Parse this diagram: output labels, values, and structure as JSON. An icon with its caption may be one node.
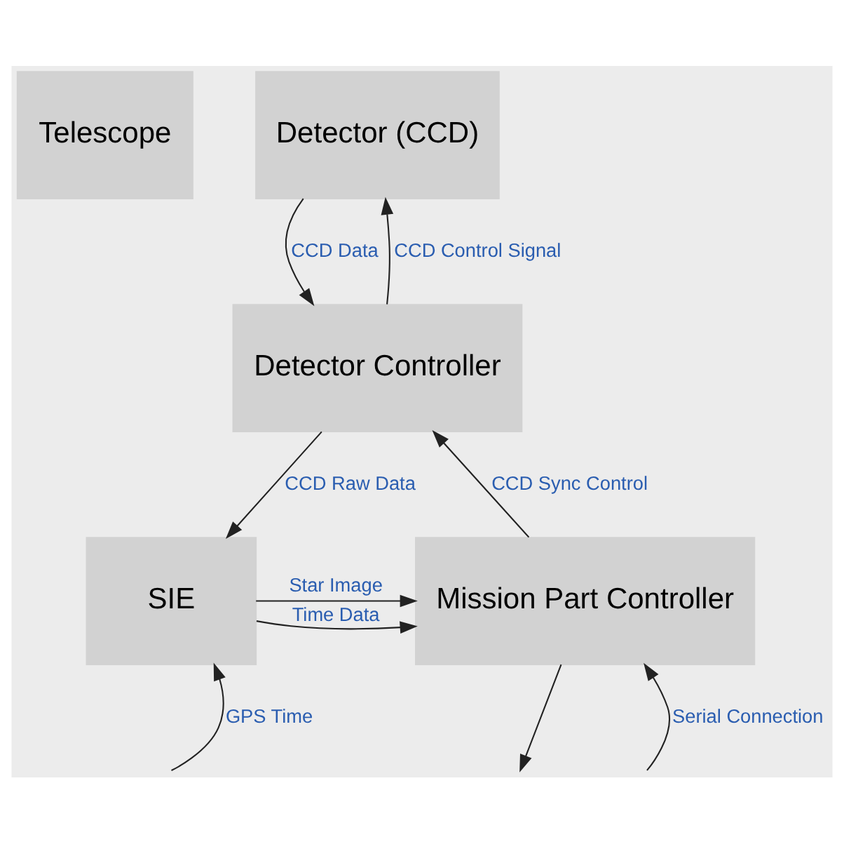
{
  "diagram": {
    "nodes": [
      {
        "text": [
          "Telescope"
        ]
      },
      {
        "text": [
          "Detector (CCD)"
        ]
      },
      {
        "text": [
          "Detector Controller"
        ]
      },
      {
        "text": [
          "Mission Part Controller"
        ]
      },
      {
        "text": [
          "SIE"
        ]
      }
    ],
    "edges": [
      {
        "from": 1,
        "to": 2,
        "arrow": "to",
        "label": "CCD Data"
      },
      {
        "from": 2,
        "to": 1,
        "arrow": "to",
        "label": "CCD Control Signal"
      },
      {
        "from": 3,
        "to": 2,
        "arrow": "to",
        "label": "CCD Sync Control"
      },
      {
        "from": 2,
        "to": 4,
        "arrow": "to",
        "label": "CCD Raw Data"
      },
      {
        "from": 4,
        "to": 3,
        "arrow": "to",
        "label": "Star Image"
      },
      {
        "from": 4,
        "to": 3,
        "arrow": "to",
        "label": "Time Data"
      },
      {
        "from": null,
        "to": 4,
        "arrow": "to",
        "label": "GPS Time"
      },
      {
        "from": null,
        "to": 3,
        "arrow": "to",
        "label": "Serial Connection"
      },
      {
        "from": 3,
        "to": null,
        "arrow": "to"
      }
    ]
  }
}
